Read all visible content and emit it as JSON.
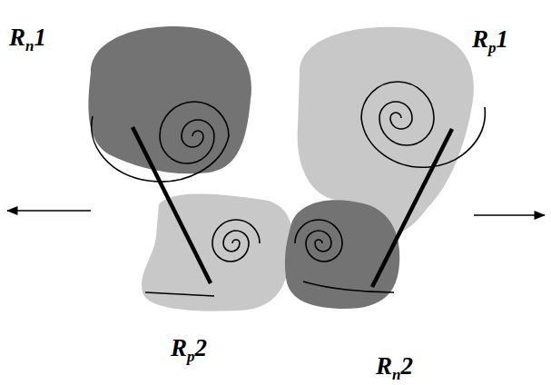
{
  "diagram": {
    "labels": [
      "Rn1",
      "Rp1",
      "Rp2",
      "Rn2"
    ]
  }
}
